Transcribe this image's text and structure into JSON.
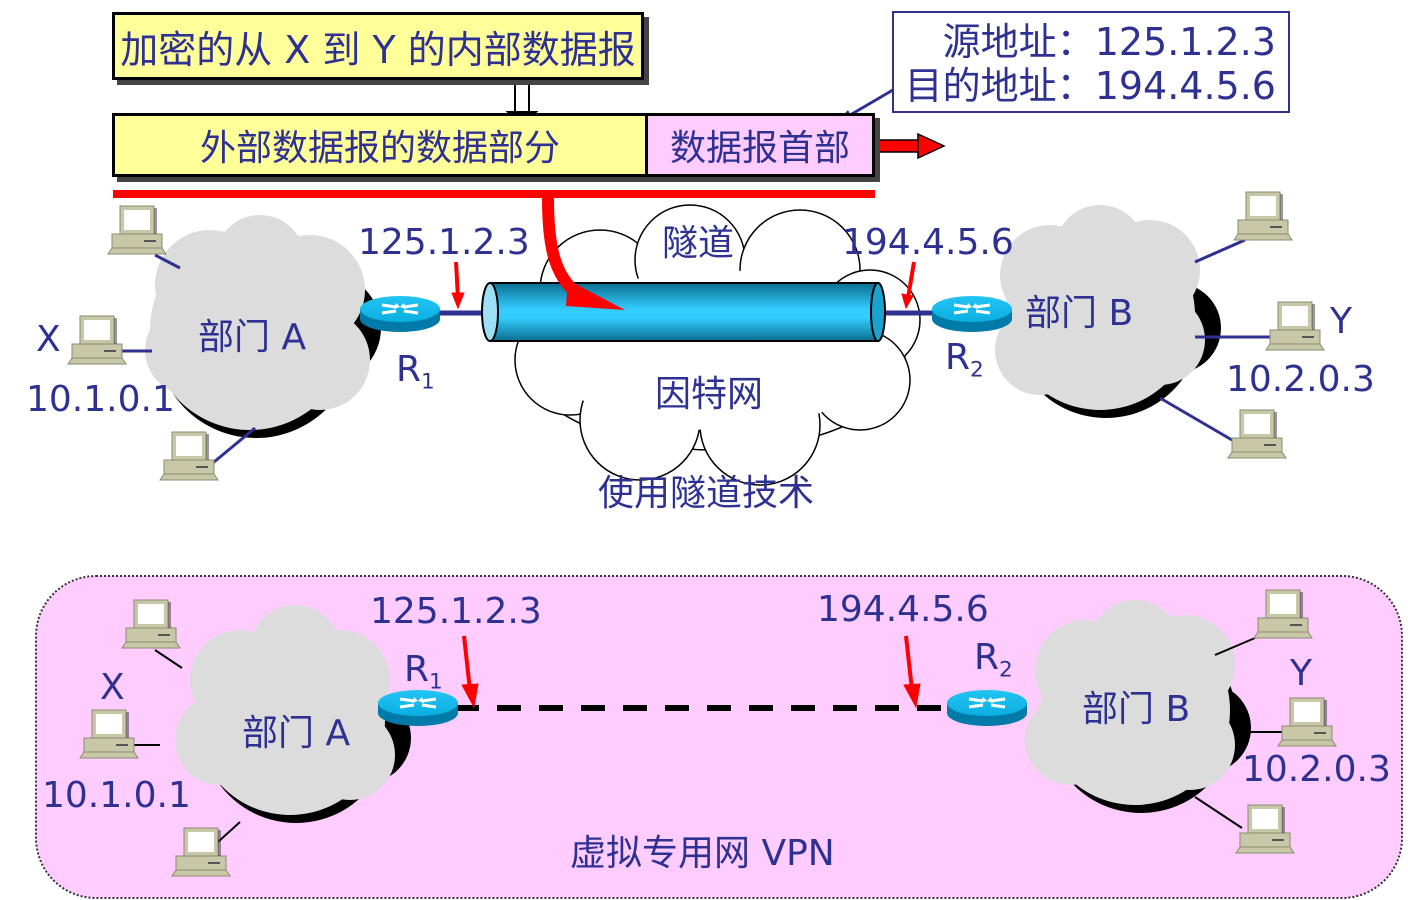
{
  "diagram": {
    "title_top": "使用隧道技术",
    "title_bottom": "虚拟专用网 VPN",
    "colors": {
      "text": "#2E3192",
      "arrow_red": "#FF0000",
      "box_yellow": "#FFFF99",
      "box_pink": "#FFCCFF",
      "cloud_gray": "#DCDCDC",
      "tunnel_cyan": "#33CCFF",
      "router_blue": "#0099CC",
      "vpn_bg": "#FFCCFF"
    },
    "packet": {
      "inner_datagram": "加密的从 X 到 Y 的内部数据报",
      "outer_data": "外部数据报的数据部分",
      "outer_header": "数据报首部",
      "address_box": {
        "src_label": "源地址：",
        "src_value": "125.1.2.3",
        "dst_label": "目的地址：",
        "dst_value": "194.4.5.6"
      }
    },
    "top": {
      "dept_a": "部门 A",
      "dept_b": "部门 B",
      "internet": "因特网",
      "tunnel": "隧道",
      "r1": "R",
      "r1_sub": "1",
      "r2": "R",
      "r2_sub": "2",
      "r1_ip": "125.1.2.3",
      "r2_ip": "194.4.5.6",
      "host_x": "X",
      "host_x_ip": "10.1.0.1",
      "host_y": "Y",
      "host_y_ip": "10.2.0.3"
    },
    "bottom": {
      "dept_a": "部门 A",
      "dept_b": "部门 B",
      "r1": "R",
      "r1_sub": "1",
      "r2": "R",
      "r2_sub": "2",
      "r1_ip": "125.1.2.3",
      "r2_ip": "194.4.5.6",
      "host_x": "X",
      "host_x_ip": "10.1.0.1",
      "host_y": "Y",
      "host_y_ip": "10.2.0.3"
    }
  }
}
